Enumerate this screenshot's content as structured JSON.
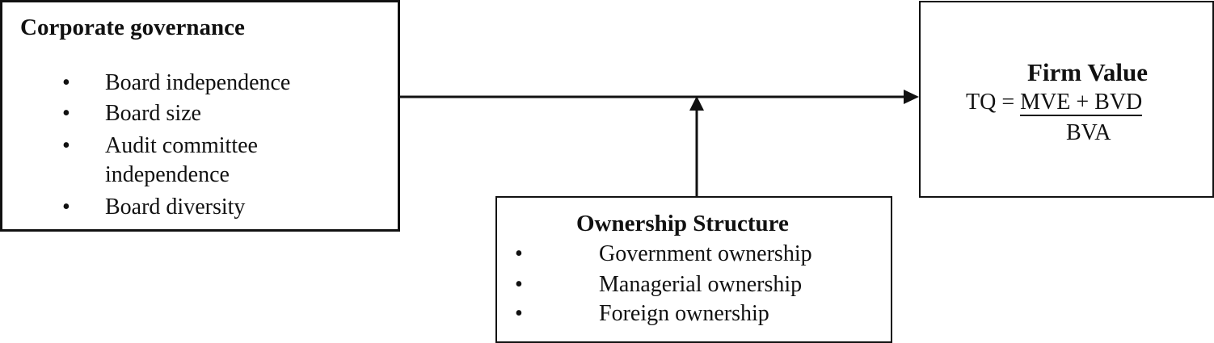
{
  "corporate_governance": {
    "title": "Corporate governance",
    "items": [
      "Board independence",
      "Board size",
      "Audit committee",
      "independence",
      "Board diversity"
    ]
  },
  "firm_value": {
    "title": "Firm Value",
    "formula_lhs": "TQ =",
    "numerator": "MVE + BVD",
    "denominator": "BVA"
  },
  "ownership_structure": {
    "title": "Ownership Structure",
    "items": [
      "Government ownership",
      "Managerial ownership",
      "Foreign ownership"
    ]
  },
  "bullet_glyph": "•"
}
